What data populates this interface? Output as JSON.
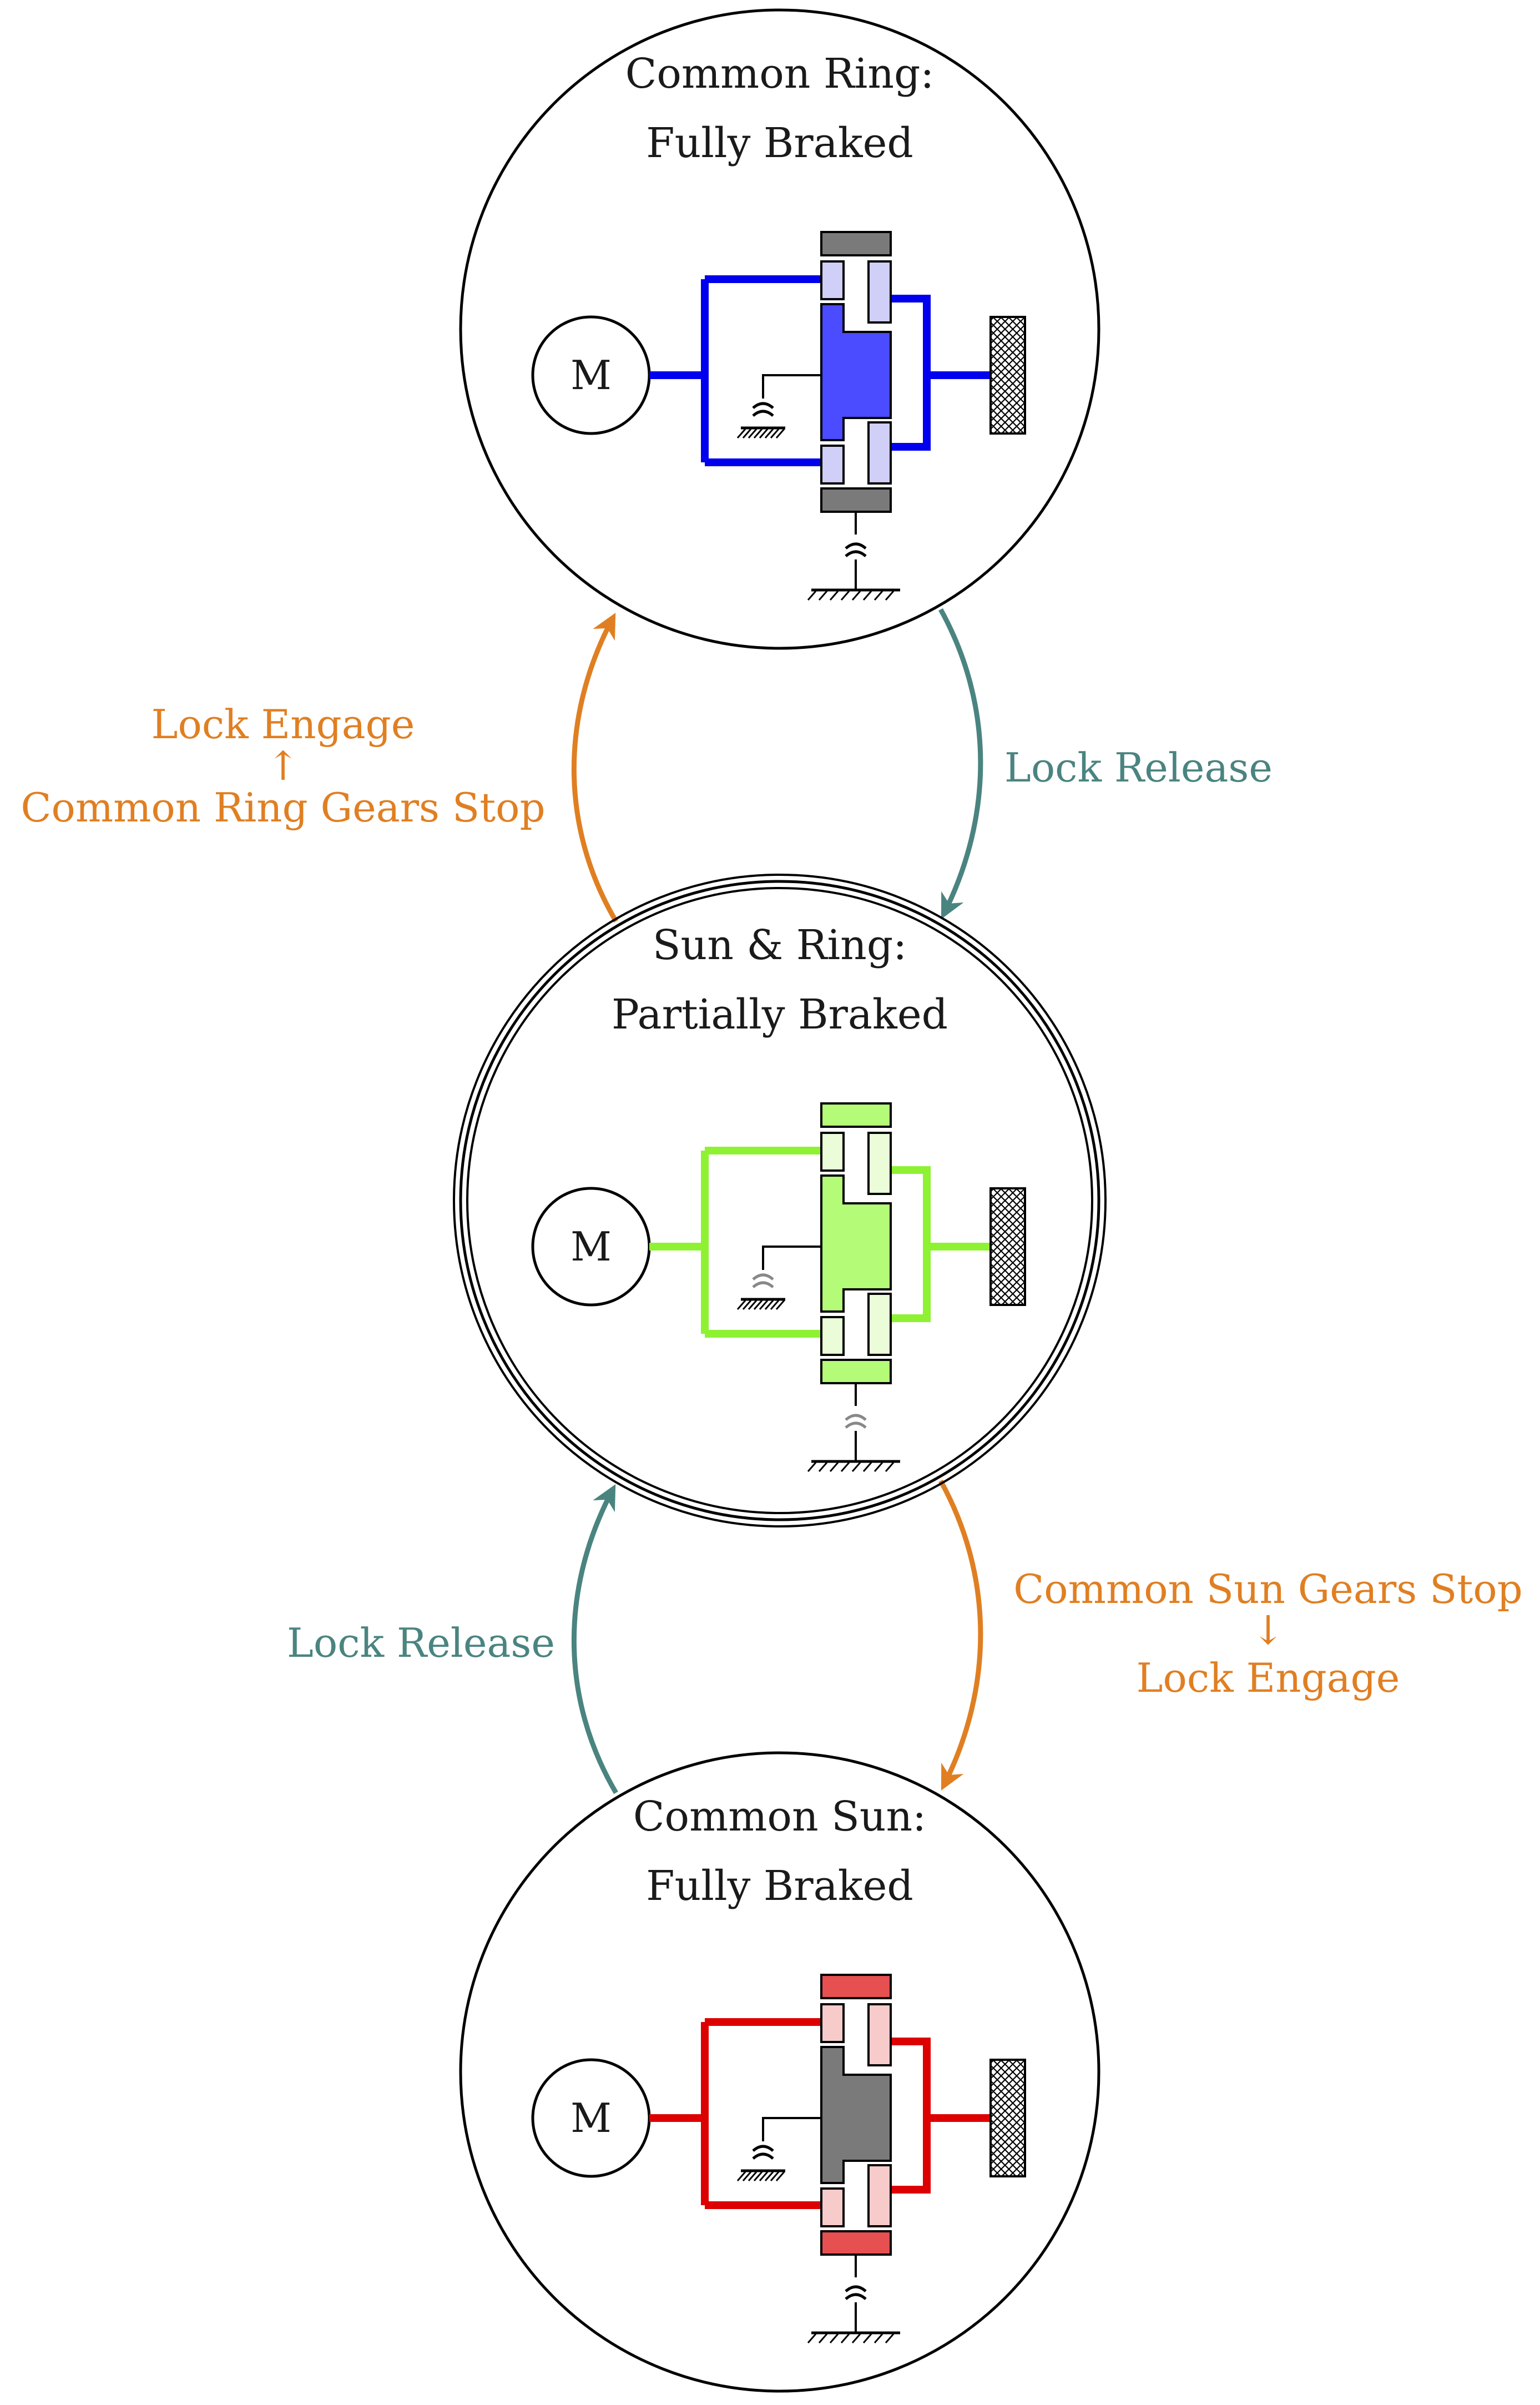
{
  "colors": {
    "engage": "#e07f22",
    "release": "#4a8480",
    "state_ring": "#0000ee",
    "state_ring_light": "#4b4bff",
    "state_ring_pale": "#cfcff8",
    "state_partial": "#8ef233",
    "state_partial_light": "#b4fb78",
    "state_partial_pale": "#eafcd8",
    "state_sun": "#dd0000",
    "state_sun_light": "#e65050",
    "state_sun_pale": "#f8cbcb",
    "locked_gray": "#7a7a7a"
  },
  "states": [
    {
      "id": "common-ring",
      "title_line1": "Common Ring:",
      "title_line2": "Fully Braked",
      "motor_label": "M",
      "accepting": false,
      "scheme": "ring"
    },
    {
      "id": "sun-and-ring",
      "title_line1": "Sun & Ring:",
      "title_line2": "Partially Braked",
      "motor_label": "M",
      "accepting": true,
      "scheme": "partial"
    },
    {
      "id": "common-sun",
      "title_line1": "Common Sun:",
      "title_line2": "Fully Braked",
      "motor_label": "M",
      "accepting": false,
      "scheme": "sun"
    }
  ],
  "transitions": {
    "partial_to_ring": {
      "line1": "Lock Engage",
      "arrow": "↑",
      "line2": "Common Ring Gears Stop",
      "color": "engage"
    },
    "ring_to_partial": {
      "line1": "Lock Release",
      "color": "release"
    },
    "partial_to_sun": {
      "line1": "Common Sun Gears Stop",
      "arrow": "↓",
      "line2": "Lock Engage",
      "color": "engage"
    },
    "sun_to_partial": {
      "line1": "Lock Release",
      "color": "release"
    }
  }
}
